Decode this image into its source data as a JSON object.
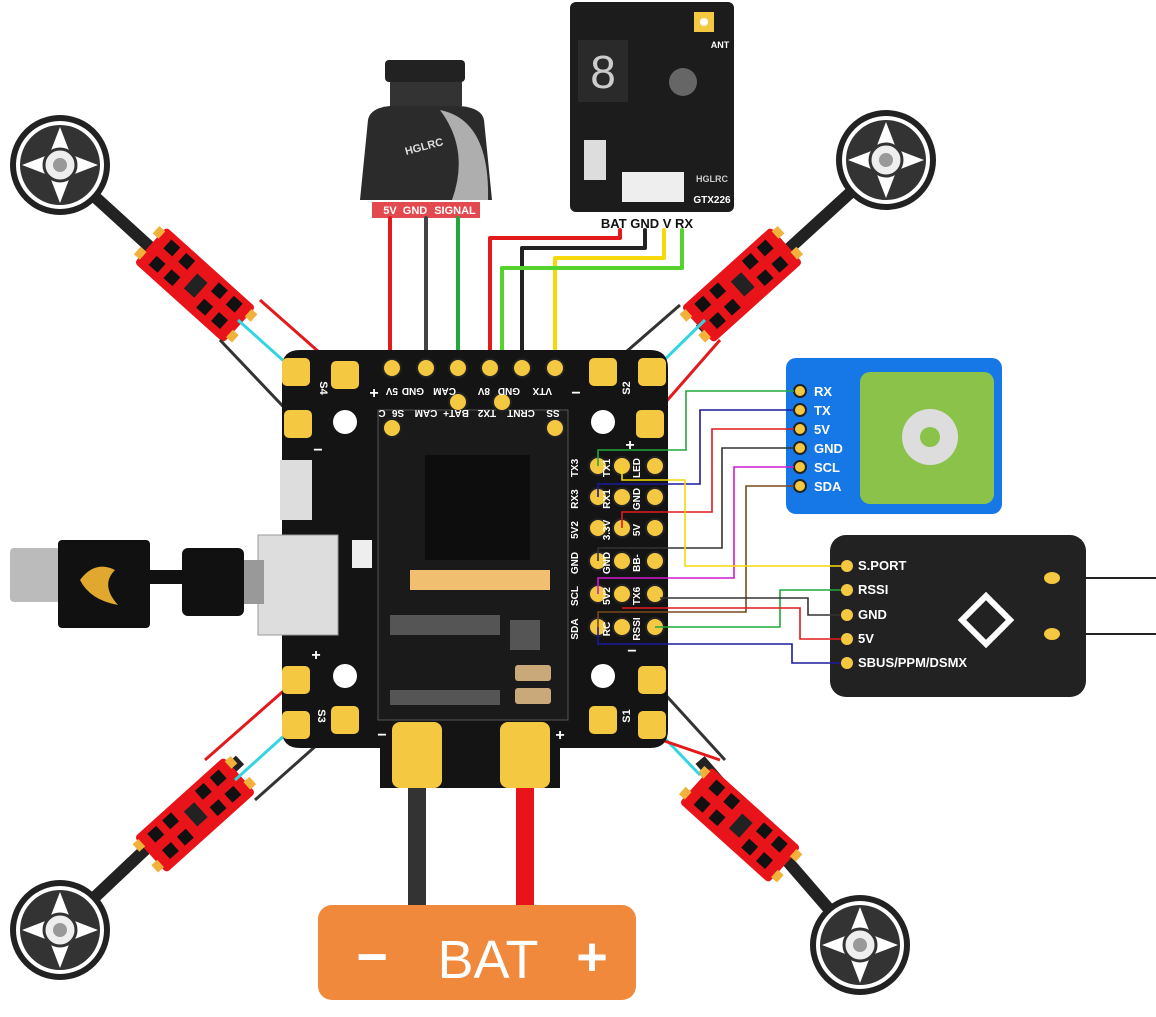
{
  "camera": {
    "brand": "HGLRC",
    "pins": {
      "v": "5V",
      "gnd": "GND",
      "sig": "SIGNAL"
    }
  },
  "vtx": {
    "brand": "HGLRC",
    "model": "GTX226",
    "ant": "ANT",
    "pins": "BAT GND V RX"
  },
  "fc": {
    "top_pads": [
      "5V",
      "GND",
      "CAM",
      "8V",
      "GND",
      "VTX"
    ],
    "top_pads_2": [
      "C",
      "S6",
      "CAM",
      "BAT+",
      "TX2",
      "CRNT",
      "SS"
    ],
    "left_col": [
      "TX3",
      "RX3",
      "5V2",
      "GND",
      "SCL",
      "SDA"
    ],
    "mid_col": [
      "TX1",
      "RX1",
      "3.3V",
      "GND",
      "5V2",
      "RC"
    ],
    "right_col": [
      "LED",
      "GND",
      "5V",
      "BB-",
      "TX6",
      "RSSI"
    ],
    "motors": [
      "S1",
      "S2",
      "S3",
      "S4"
    ],
    "plus": "+",
    "minus": "−"
  },
  "gps": {
    "pins": [
      "RX",
      "TX",
      "5V",
      "GND",
      "SCL",
      "SDA"
    ]
  },
  "receiver": {
    "pins": [
      "S.PORT",
      "RSSI",
      "GND",
      "5V",
      "SBUS/PPM/DSMX"
    ]
  },
  "battery": {
    "minus": "−",
    "label": "BAT",
    "plus": "+"
  },
  "colors": {
    "red": "#e31a1c",
    "black": "#222222",
    "green": "#22a83a",
    "yellow": "#f5d90a",
    "cyan": "#33d6e0",
    "blue": "#1677e6",
    "orange": "#f0893c"
  }
}
